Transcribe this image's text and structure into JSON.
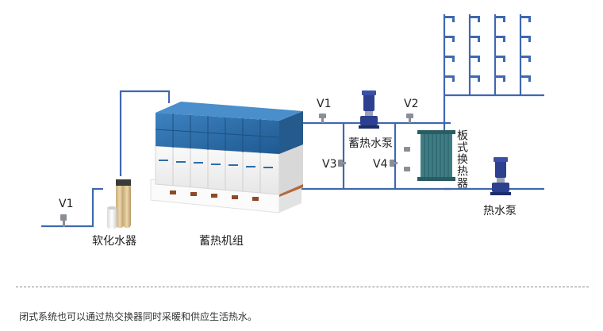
{
  "diagram": {
    "labels": {
      "v1_left": "V1",
      "softener": "软化水器",
      "storage_unit": "蓄热机组",
      "v1_right": "V1",
      "v2": "V2",
      "storage_pump": "蓄热水泵",
      "v3": "V3",
      "v4": "V4",
      "plate_exchanger": "板式换热器",
      "hot_water_pump": "热水泵"
    },
    "colors": {
      "pipe": "#3f68b0",
      "tank_top": "#2e6da8",
      "tank_side": "#ffffff",
      "tank_base": "#b5683a",
      "pump": "#2d3f8f",
      "valve": "#8a8f96",
      "exchanger": "#3e7d86"
    }
  },
  "caption": "闭式系统也可以通过热交换器同时采暖和供应生活热水。"
}
